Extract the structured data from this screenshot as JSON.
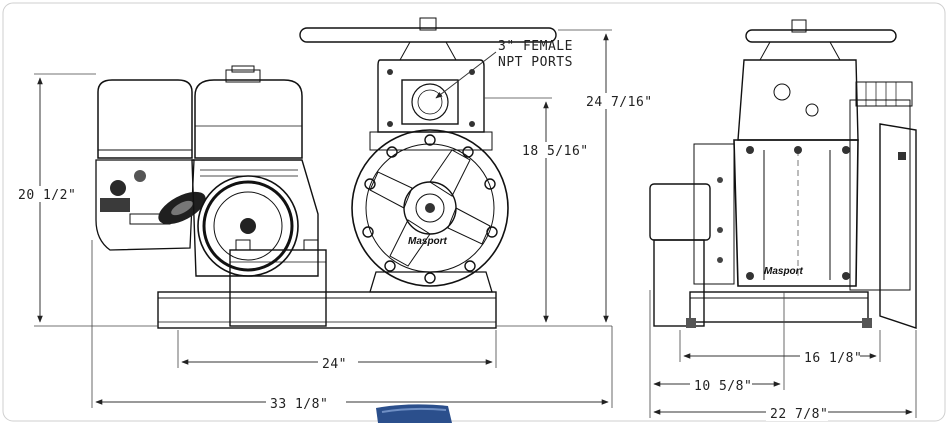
{
  "dimensions": {
    "overall_height": "20 1/2\"",
    "port_height": "18 5/16\"",
    "total_height": "24 7/16\"",
    "base_length": "24\"",
    "overall_length": "33 1/8\"",
    "side_base_width": "16 1/8\"",
    "side_offset": "10 5/8\"",
    "overall_width": "22 7/8\""
  },
  "callouts": {
    "ports_line1": "3\" FEMALE",
    "ports_line2": "NPT PORTS"
  },
  "brand": {
    "front": "Masport",
    "side": "Masport"
  },
  "colors": {
    "line": "#111111",
    "fill_light": "#f4f4f4",
    "fill_mid": "#d8d8d8",
    "fill_dark": "#2a2a2a",
    "accent_blue": "#2b4f8c"
  }
}
